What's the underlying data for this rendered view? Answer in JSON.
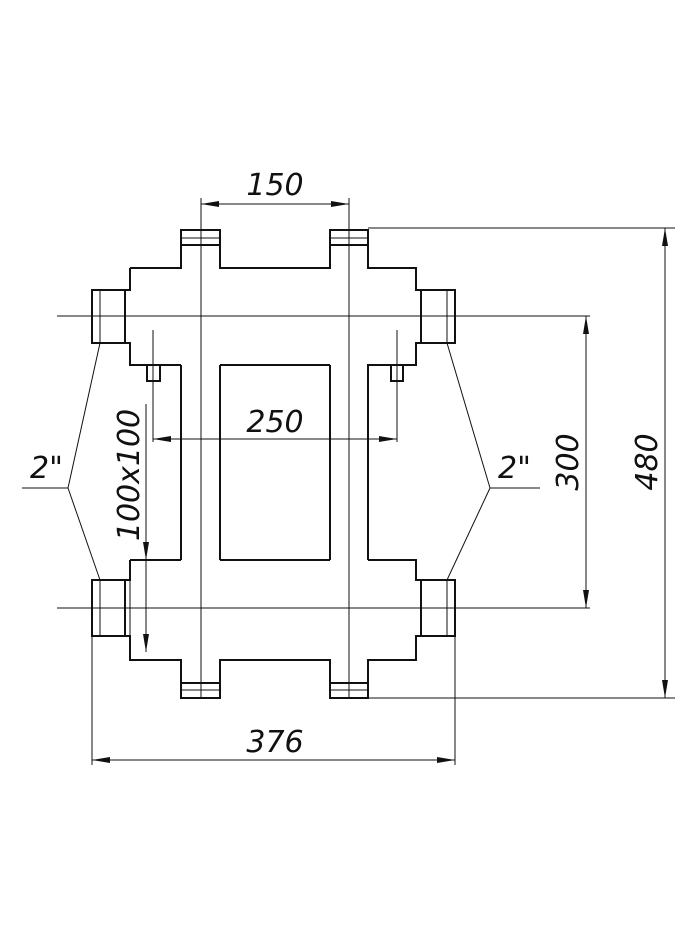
{
  "drawing": {
    "dimensions": {
      "top_spacing": "150",
      "inner_spacing": "250",
      "port_spacing": "300",
      "total_height": "480",
      "total_width": "376",
      "section": "100x100",
      "left_thread": "2\"",
      "right_thread": "2\""
    }
  }
}
